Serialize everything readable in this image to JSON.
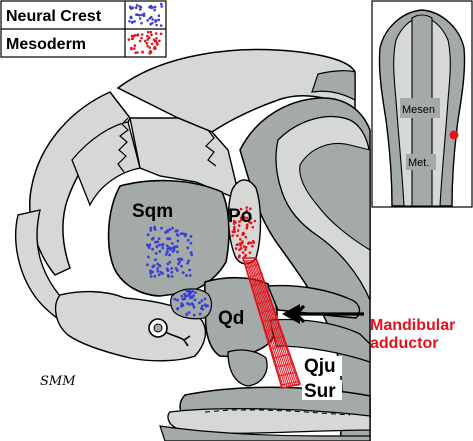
{
  "legend": {
    "items": [
      {
        "label": "Neural Crest",
        "dot_color": "#3a3fd6"
      },
      {
        "label": "Mesoderm",
        "dot_color": "#e8101a"
      }
    ]
  },
  "labels": {
    "squamosal": "Sqm",
    "postorbital": "Po",
    "quadrate": "Qd",
    "quadratojugal": "Qju",
    "surangular": "Sur",
    "muscle_line1": "Mandibular",
    "muscle_line2": "adductor"
  },
  "inset": {
    "mesen": "Mesen",
    "met": "Met."
  },
  "signature": "SMM",
  "colors": {
    "bone_light": "#d6d8d6",
    "bone_dark": "#a4aaa8",
    "outline": "#000000",
    "neural_crest": "#3a3fd6",
    "mesoderm": "#e8101a"
  }
}
